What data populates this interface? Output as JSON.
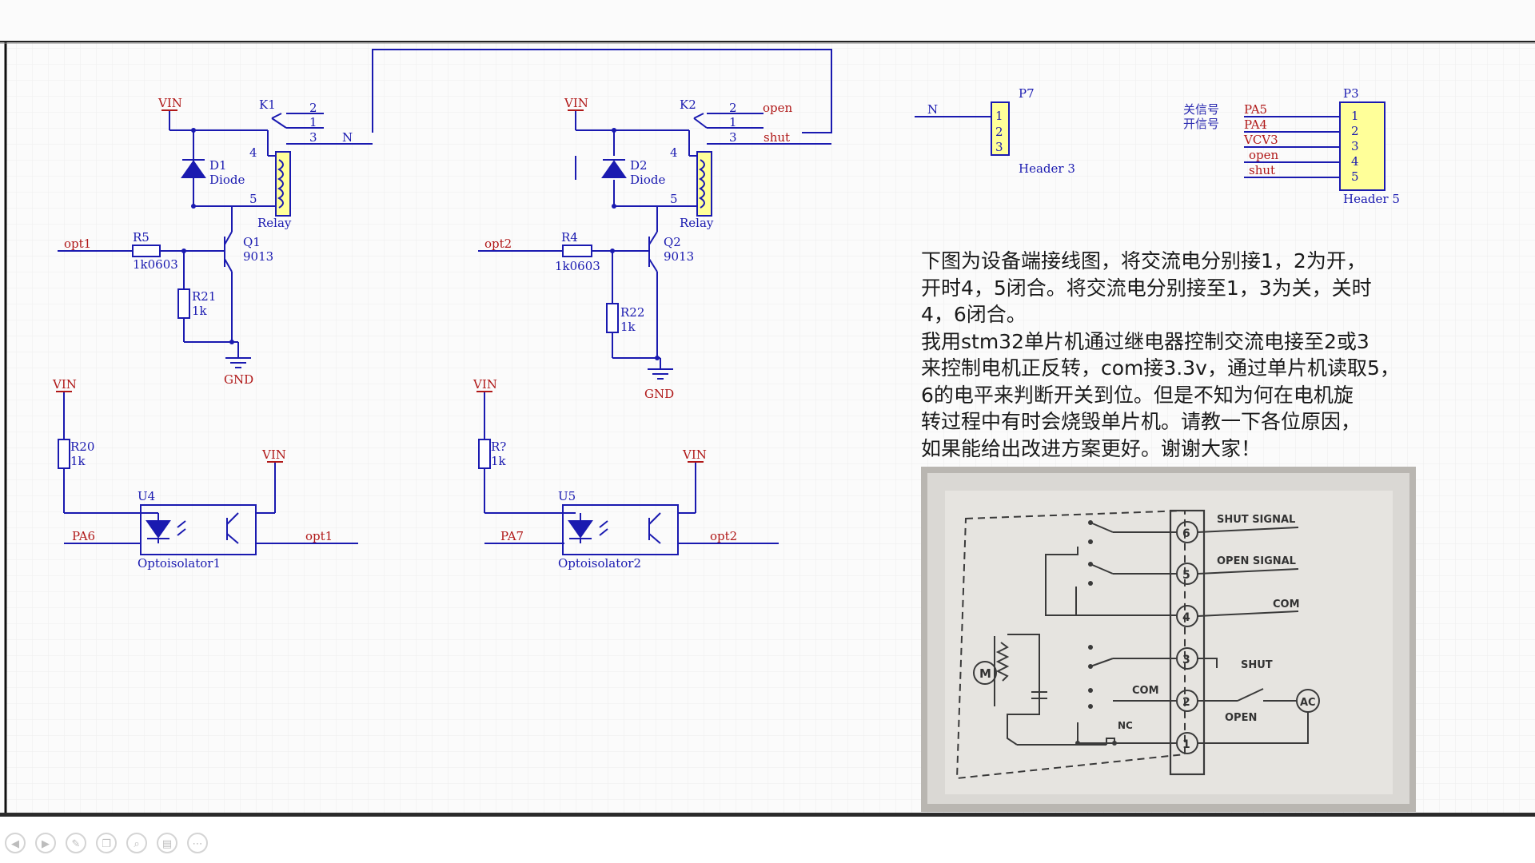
{
  "schematic": {
    "k1": {
      "ref": "K1",
      "pins": [
        "2",
        "1",
        "3"
      ],
      "coil_pins": [
        "4",
        "5"
      ],
      "net": "N",
      "value": "Relay"
    },
    "k2": {
      "ref": "K2",
      "pins": [
        "2",
        "1",
        "3"
      ],
      "coil_pins": [
        "4",
        "5"
      ],
      "net_open": "open",
      "net_shut": "shut",
      "value": "Relay"
    },
    "d1": {
      "ref": "D1",
      "value": "Diode"
    },
    "d2": {
      "ref": "D2",
      "value": "Diode"
    },
    "q1": {
      "ref": "Q1",
      "value": "9013"
    },
    "q2": {
      "ref": "Q2",
      "value": "9013"
    },
    "r5": {
      "ref": "R5",
      "value": "1k0603"
    },
    "r4": {
      "ref": "R4",
      "value": "1k0603"
    },
    "r21": {
      "ref": "R21",
      "value": "1k"
    },
    "r22": {
      "ref": "R22",
      "value": "1k"
    },
    "r20": {
      "ref": "R20",
      "value": "1k"
    },
    "r7": {
      "ref": "R?",
      "value": "1k"
    },
    "u4": {
      "ref": "U4",
      "value": "Optoisolator1",
      "in_net": "PA6",
      "out_net": "opt1"
    },
    "u5": {
      "ref": "U5",
      "value": "Optoisolator2",
      "in_net": "PA7",
      "out_net": "opt2"
    },
    "vin": "VIN",
    "gnd": "GND",
    "opt1": "opt1",
    "opt2": "opt2",
    "p7": {
      "ref": "P7",
      "value": "Header 3",
      "pins": [
        "1",
        "2",
        "3"
      ],
      "net": "N"
    },
    "p3": {
      "ref": "P3",
      "value": "Header 5",
      "pins": [
        "1",
        "2",
        "3",
        "4",
        "5"
      ],
      "nets": [
        "PA5",
        "PA4",
        "VCV3",
        "open",
        "shut"
      ],
      "notes": [
        "关信号",
        "开信号"
      ]
    }
  },
  "question": "下图为设备端接线图，将交流电分别接1，2为开，\n开时4，5闭合。将交流电分别接至1，3为关，关时\n4，6闭合。\n我用stm32单片机通过继电器控制交流电接至2或3\n来控制电机正反转，com接3.3v，通过单片机读取5，\n6的电平来判断开关到位。但是不知为何在电机旋\n转过程中有时会烧毁单片机。请教一下各位原因，\n如果能给出改进方案更好。谢谢大家！",
  "photo": {
    "terminals": [
      "6",
      "5",
      "4",
      "3",
      "2",
      "1"
    ],
    "labels": {
      "shut_signal": "SHUT SIGNAL",
      "open_signal": "OPEN SIGNAL",
      "com": "COM",
      "shut": "SHUT",
      "open": "OPEN",
      "com2": "COM",
      "nc": "NC",
      "motor": "M",
      "ac": "AC"
    }
  },
  "colors": {
    "wire": "#1a1ab0",
    "net_label": "#b01818",
    "component": "#1a1ab0",
    "component_fill": "#ffff99",
    "grid": "#e2e2e2"
  },
  "toolbar": {
    "icons": [
      "prev-slide-icon",
      "next-slide-icon",
      "pen-icon",
      "copy-icon",
      "zoom-icon",
      "subtitles-icon",
      "more-icon"
    ]
  }
}
